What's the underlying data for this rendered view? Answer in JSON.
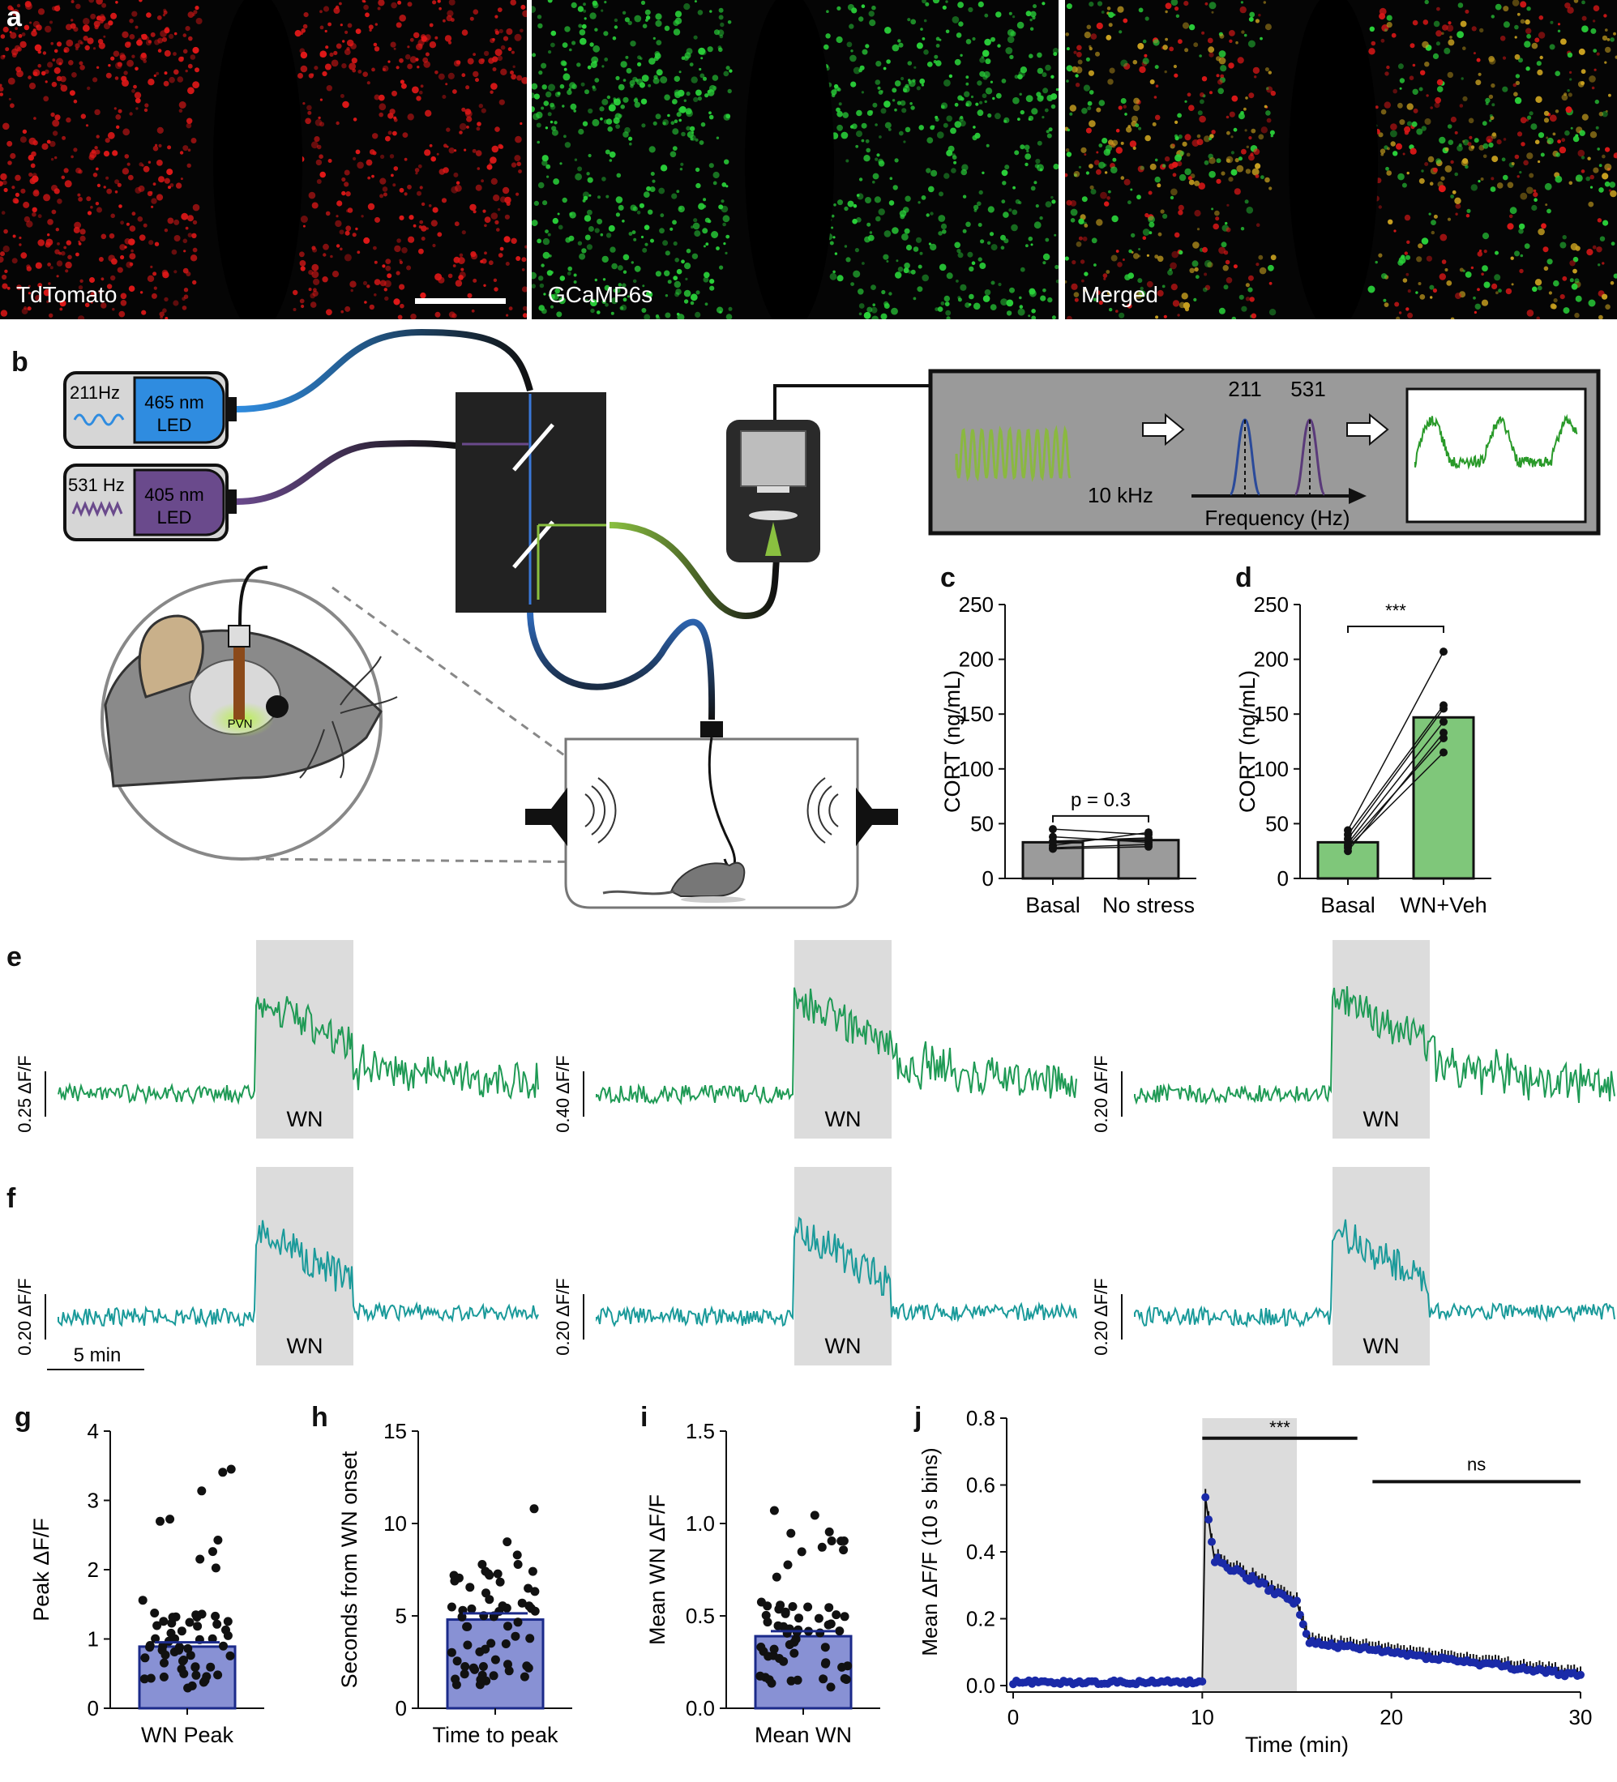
{
  "panel_a": {
    "letter": "a",
    "images": [
      {
        "label": "TdTomato",
        "color": "#e01818"
      },
      {
        "label": "GCaMP6s",
        "color": "#2ad23a"
      },
      {
        "label": "Merged",
        "color": "#c8a020"
      }
    ]
  },
  "panel_b": {
    "letter": "b",
    "led_465": {
      "freq": "211Hz",
      "name_line1": "465 nm",
      "name_line2": "LED",
      "color": "#2f8ce0"
    },
    "led_405": {
      "freq": "531 Hz",
      "name_line1": "405 nm",
      "name_line2": "LED",
      "color": "#6a4a8c"
    },
    "brain_label": "PVN",
    "signal_label": "10 kHz",
    "freq_axis_label": "Frequency (Hz)",
    "peak_1": "211",
    "peak_2": "531"
  },
  "chart_data": [
    {
      "id": "c",
      "type": "bar",
      "letter": "c",
      "ylabel": "CORT (ng/mL)",
      "ylim": [
        0,
        250
      ],
      "yticks": [
        0,
        50,
        100,
        150,
        200,
        250
      ],
      "categories": [
        "Basal",
        "No stress"
      ],
      "values": [
        33,
        35
      ],
      "color": "#9b9b9b",
      "annotation": "p = 0.3",
      "paired": [
        [
          45,
          40
        ],
        [
          38,
          33
        ],
        [
          30,
          42
        ],
        [
          28,
          31
        ],
        [
          34,
          37
        ],
        [
          27,
          29
        ]
      ]
    },
    {
      "id": "d",
      "type": "bar",
      "letter": "d",
      "ylabel": "CORT (ng/mL)",
      "ylim": [
        0,
        250
      ],
      "yticks": [
        0,
        50,
        100,
        150,
        200,
        250
      ],
      "categories": [
        "Basal",
        "WN+Veh"
      ],
      "values": [
        33,
        147
      ],
      "color": "#7fc77a",
      "annotation": "***",
      "paired": [
        [
          44,
          207
        ],
        [
          40,
          158
        ],
        [
          36,
          155
        ],
        [
          32,
          143
        ],
        [
          30,
          128
        ],
        [
          28,
          115
        ],
        [
          25,
          133
        ]
      ]
    },
    {
      "id": "g",
      "type": "bar",
      "letter": "g",
      "ylabel": "Peak ΔF/F",
      "ylim": [
        0,
        4
      ],
      "yticks": [
        0,
        1,
        2,
        3,
        4
      ],
      "categories": [
        "WN Peak"
      ],
      "values": [
        0.89
      ],
      "color": "#8891d4"
    },
    {
      "id": "h",
      "type": "bar",
      "letter": "h",
      "ylabel": "Seconds from WN onset",
      "ylim": [
        0,
        15
      ],
      "yticks": [
        0,
        5,
        10,
        15
      ],
      "categories": [
        "Time to peak"
      ],
      "values": [
        4.8
      ],
      "color": "#8891d4"
    },
    {
      "id": "i",
      "type": "bar",
      "letter": "i",
      "ylabel": "Mean WN ΔF/F",
      "ylim": [
        0,
        1.5
      ],
      "yticks": [
        0.0,
        0.5,
        1.0,
        1.5
      ],
      "categories": [
        "Mean WN"
      ],
      "values": [
        0.39
      ],
      "color": "#8891d4"
    },
    {
      "id": "j",
      "type": "line",
      "letter": "j",
      "ylabel": "Mean ΔF/F (10 s bins)",
      "xlabel": "Time (min)",
      "xlim": [
        0,
        30
      ],
      "ylim": [
        0,
        0.8
      ],
      "xticks": [
        0,
        10,
        20,
        30
      ],
      "yticks": [
        0.0,
        0.2,
        0.4,
        0.6,
        0.8
      ],
      "shaded": [
        10,
        15
      ],
      "annotations": [
        "***",
        "ns"
      ]
    }
  ],
  "panel_e": {
    "letter": "e",
    "scales": [
      "0.25 ΔF/F",
      "0.40 ΔF/F",
      "0.20 ΔF/F"
    ],
    "stim_label": "WN",
    "color": "#1f9a55"
  },
  "panel_f": {
    "letter": "f",
    "scales": [
      "0.20 ΔF/F",
      "0.20 ΔF/F",
      "0.20 ΔF/F"
    ],
    "stim_label": "WN",
    "color": "#1a9a9a",
    "time_scale": "5 min"
  }
}
